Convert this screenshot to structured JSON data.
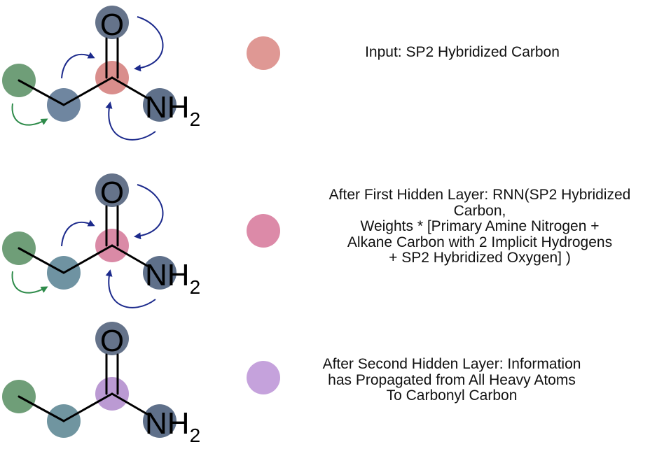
{
  "rows": [
    {
      "atoms": {
        "oxygen": "O",
        "nitrogen": "NH",
        "subscript": "2"
      },
      "colors": {
        "c1": "#6f9e78",
        "c2": "#6f86a0",
        "c3": "#d98e8c",
        "o": "#65738a",
        "n": "#5f708a"
      },
      "arrows": true,
      "swatch_color": "#df9894",
      "caption": [
        "Input: SP2 Hybridized Carbon"
      ]
    },
    {
      "atoms": {
        "oxygen": "O",
        "nitrogen": "NH",
        "subscript": "2"
      },
      "colors": {
        "c1": "#6f9e78",
        "c2": "#6f93a2",
        "c3": "#da8aa6",
        "o": "#65738a",
        "n": "#5f708a"
      },
      "arrows": true,
      "swatch_color": "#dc8aa8",
      "caption": [
        "After First Hidden Layer: RNN(SP2 Hybridized",
        "Carbon,",
        "Weights * [Primary Amine Nitrogen +",
        "Alkane Carbon with 2 Implicit Hydrogens",
        "+ SP2 Hybridized Oxygen] )"
      ]
    },
    {
      "atoms": {
        "oxygen": "O",
        "nitrogen": "NH",
        "subscript": "2"
      },
      "colors": {
        "c1": "#6f9e78",
        "c2": "#7095a0",
        "c3": "#bb9ad3",
        "o": "#65738a",
        "n": "#5f708a"
      },
      "arrows": false,
      "swatch_color": "#c5a2dc",
      "caption": [
        "After Second Hidden Layer: Information",
        "has Propagated from All Heavy Atoms",
        "To Carbonyl Carbon"
      ]
    }
  ]
}
